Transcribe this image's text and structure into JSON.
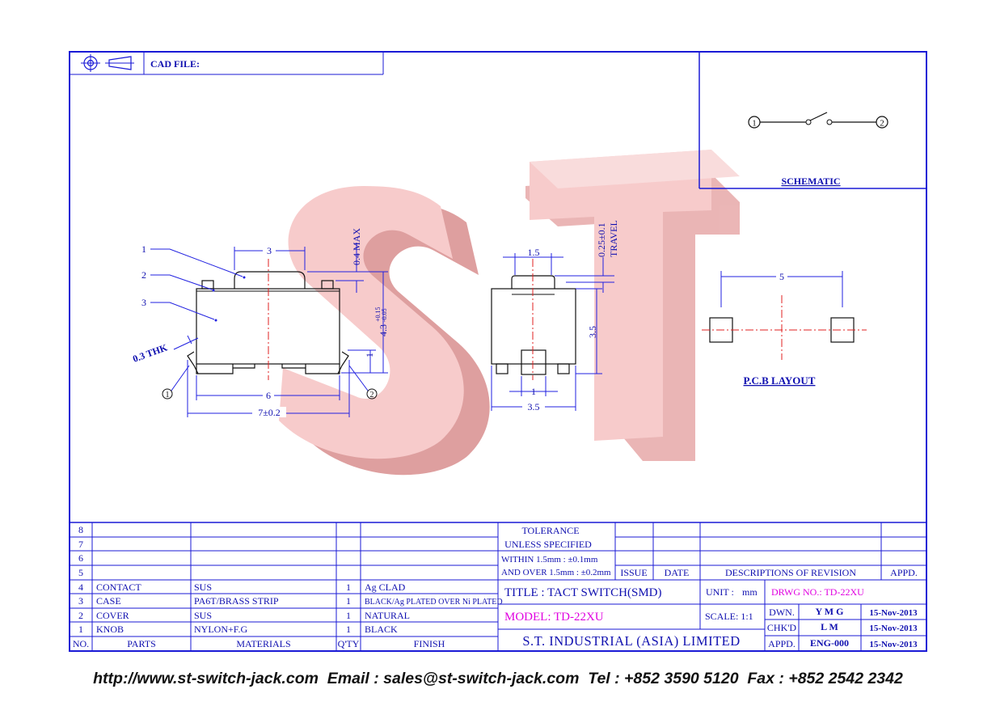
{
  "header": {
    "cad_file_label": "CAD FILE:"
  },
  "watermark": {
    "text": "ST",
    "color": "#f4b8b8"
  },
  "schematic": {
    "title": "SCHEMATIC",
    "pin1": "1",
    "pin2": "2"
  },
  "pcb_layout": {
    "title": "P.C.B LAYOUT",
    "pitch": "5"
  },
  "front_view": {
    "callouts": [
      "1",
      "2",
      "3"
    ],
    "dim_top": "3",
    "dim_max": "0.4 MAX",
    "dim_height": "4.3",
    "dim_height_tol_plus": "+0.15",
    "dim_height_tol_minus": "-0.05",
    "dim_right_small": "1",
    "dim_thk": "0.3 THK",
    "dim_inner": "6",
    "dim_outer": "7±0.2",
    "pin_left": "1",
    "pin_right": "2"
  },
  "side_view": {
    "dim_top": "1.5",
    "dim_travel": "0.25±0.1",
    "travel_label": "TRAVEL",
    "dim_body": "3.5",
    "dim_bottom_small": "1",
    "dim_width": "3.5"
  },
  "parts_table": {
    "empty_rows": [
      "8",
      "7",
      "6",
      "5"
    ],
    "rows": [
      {
        "no": "4",
        "part": "CONTACT",
        "material": "SUS",
        "qty": "1",
        "finish": "Ag CLAD"
      },
      {
        "no": "3",
        "part": "CASE",
        "material": "PA6T/BRASS STRIP",
        "qty": "1",
        "finish": "BLACK/Ag PLATED OVER Ni PLATED"
      },
      {
        "no": "2",
        "part": "COVER",
        "material": "SUS",
        "qty": "1",
        "finish": "NATURAL"
      },
      {
        "no": "1",
        "part": "KNOB",
        "material": "NYLON+F.G",
        "qty": "1",
        "finish": "BLACK"
      }
    ],
    "headers": {
      "no": "NO.",
      "parts": "PARTS",
      "materials": "MATERIALS",
      "qty": "Q'TY",
      "finish": "FINISH"
    }
  },
  "tolerance": {
    "line1": "TOLERANCE",
    "line2": "UNLESS   SPECIFIED",
    "line3": "WITHIN  1.5mm : ±0.1mm",
    "line4": "AND OVER 1.5mm : ±0.2mm"
  },
  "revision": {
    "issue": "ISSUE",
    "date": "DATE",
    "description": "DESCRIPTIONS  OF  REVISION",
    "appd": "APPD."
  },
  "title_block": {
    "title": "TITLE : TACT SWITCH(SMD)",
    "unit_label": "UNIT :",
    "unit_value": "mm",
    "drwg_no": "DRWG NO.: TD-22XU",
    "model": "MODEL: TD-22XU",
    "scale": "SCALE:  1:1",
    "dwn_label": "DWN.",
    "dwn_value": "Y M G",
    "dwn_date": "15-Nov-2013",
    "chkd_label": "CHK'D",
    "chkd_value": "L M",
    "chkd_date": "15-Nov-2013",
    "appd_label": "APPD.",
    "appd_value": "ENG-000",
    "appd_date": "15-Nov-2013",
    "company": "S.T.  INDUSTRIAL  (ASIA)  LIMITED",
    "magenta": "#e000e0"
  },
  "footer": {
    "text": "http://www.st-switch-jack.com  Email : sales@st-switch-jack.com  Tel : +852 3590 5120  Fax : +852 2542 2342"
  }
}
